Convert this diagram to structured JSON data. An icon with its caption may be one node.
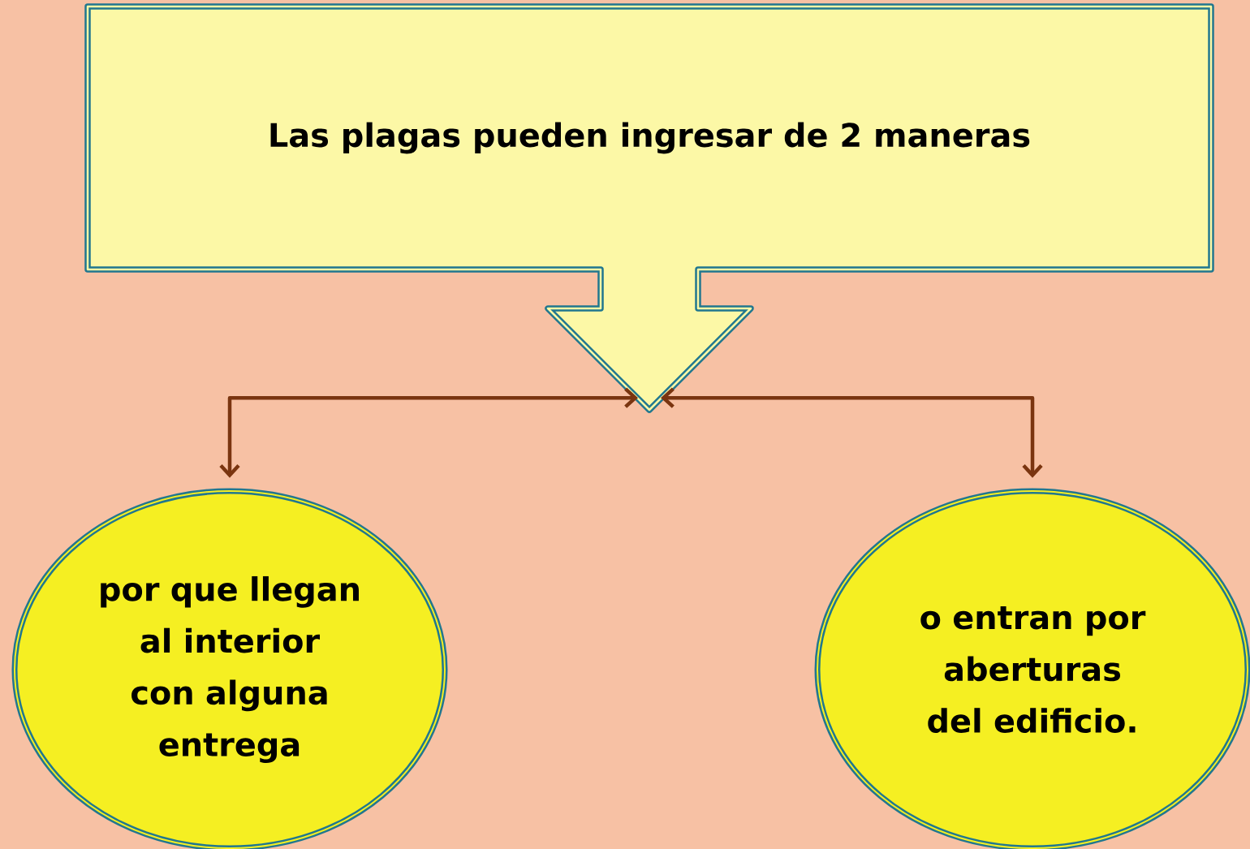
{
  "diagram": {
    "nodes": [
      {
        "text": [
          "Las plagas pueden ingresar de 2 maneras"
        ]
      },
      {
        "text": [
          "por que llegan al interior con alguna entrega"
        ]
      },
      {
        "text": [
          "o entran por aberturas del edificio."
        ]
      }
    ],
    "edges": [
      {
        "from": 0,
        "to": 1,
        "arrow": "both"
      },
      {
        "from": 0,
        "to": 2,
        "arrow": "both"
      }
    ]
  }
}
